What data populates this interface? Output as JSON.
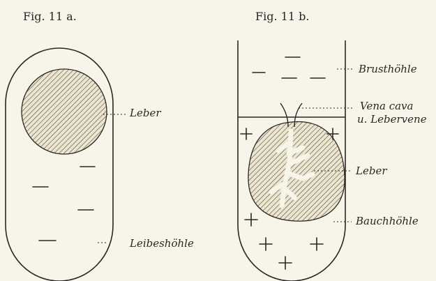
{
  "figure_a": {
    "caption": "Fig. 11 a.",
    "labels": {
      "liver": "Leber",
      "body_cavity": "Leibeshöhle"
    }
  },
  "figure_b": {
    "caption": "Fig. 11 b.",
    "labels": {
      "chest_cavity": "Brusthöhle",
      "vena_cava_line1": "Vena cava",
      "vena_cava_line2": "u. Lebervene",
      "liver": "Leber",
      "abdominal_cavity": "Bauchhöhle"
    }
  }
}
